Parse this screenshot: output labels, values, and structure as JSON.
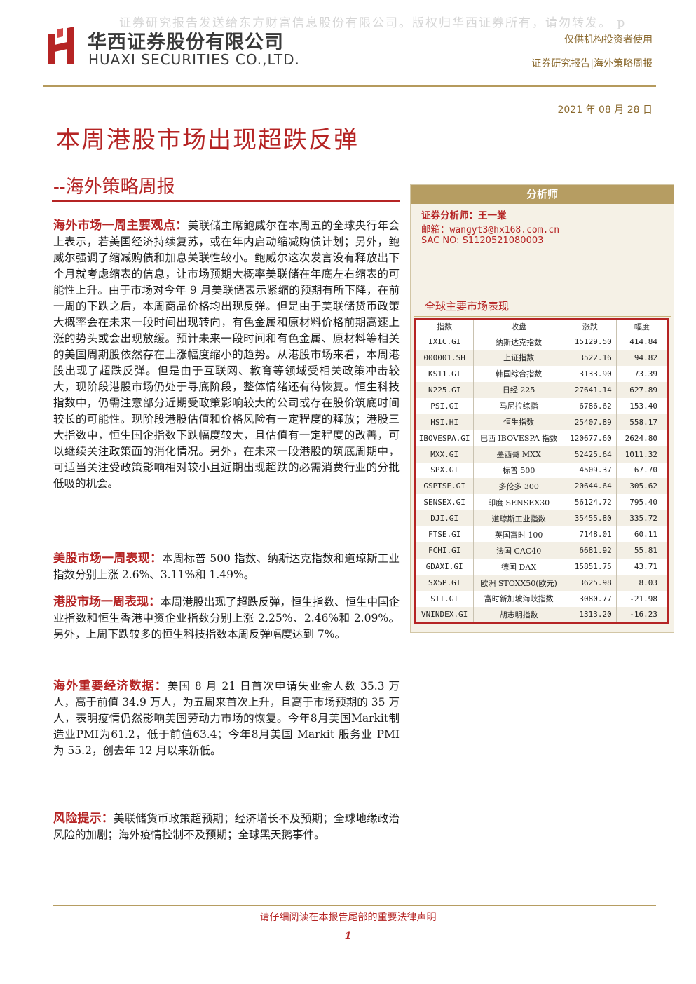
{
  "watermark": "证券研究报告发送给东方财富信息股份有限公司。版权归华西证券所有，请勿转发。 p",
  "header": {
    "company_cn": "华西证券股份有限公司",
    "company_en": "HUAXI SECURITIES CO.,LTD.",
    "tag1": "仅供机构投资者使用",
    "tag2": "证券研究报告|海外策略周报",
    "date": "2021 年 08 月 28 日",
    "logo_color": "#b52424"
  },
  "title": "本周港股市场出现超跌反弹",
  "subtitle": "--海外策略周报",
  "sections": [
    {
      "heading": "海外市场一周主要观点：",
      "text": "美联储主席鲍威尔在本周五的全球央行年会上表示，若美国经济持续复苏，或在年内启动缩减购债计划；另外，鲍威尔强调了缩减购债和加息关联性较小。鲍威尔这次发言没有释放出下个月就考虑缩表的信息，让市场预期大概率美联储在年底左右缩表的可能性上升。由于市场对今年 9 月美联储表示紧缩的预期有所下降，在前一周的下跌之后，本周商品价格均出现反弹。但是由于美联储货币政策大概率会在未来一段时间出现转向，有色金属和原材料价格前期高速上涨的势头或会出现放缓。预计未来一段时间和有色金属、原材料等相关的美国周期股依然存在上涨幅度缩小的趋势。从港股市场来看，本周港股出现了超跌反弹。但是由于互联网、教育等领域受相关政策冲击较大，现阶段港股市场仍处于寻底阶段，整体情绪还有待恢复。恒生科技指数中，仍需注意部分近期受政策影响较大的公司或存在股价筑底时间较长的可能性。现阶段港股估值和价格风险有一定程度的释放；港股三大指数中，恒生国企指数下跌幅度较大，且估值有一定程度的改善，可以继续关注政策面的消化情况。另外，在未来一段港股的筑底周期中，可适当关注受政策影响相对较小且近期出现超跌的必需消费行业的分批低吸的机会。"
    },
    {
      "heading": "美股市场一周表现：",
      "text": "本周标普 500 指数、纳斯达克指数和道琼斯工业指数分别上涨 2.6%、3.11%和 1.49%。"
    },
    {
      "heading": "港股市场一周表现：",
      "text": "本周港股出现了超跌反弹，恒生指数、恒生中国企业指数和恒生香港中资企业指数分别上涨 2.25%、2.46%和 2.09%。另外，上周下跌较多的恒生科技指数本周反弹幅度达到 7%。"
    },
    {
      "heading": "海外重要经济数据：",
      "text": "美国 8 月 21 日首次申请失业金人数 35.3 万人，高于前值 34.9 万人，为五周来首次上升，且高于市场预期的 35 万人，表明疫情仍然影响美国劳动力市场的恢复。今年8月美国Markit制造业PMI为61.2，低于前值63.4；今年8月美国 Markit 服务业 PMI 为 55.2，创去年 12 月以来新低。"
    },
    {
      "heading": "风险提示：",
      "text": "美联储货币政策超预期；经济增长不及预期；全球地缘政治风险的加剧；海外疫情控制不及预期；全球黑天鹅事件。"
    }
  ],
  "analyst": {
    "panel_title": "分析师",
    "name_line": "证券分析师：王一棠",
    "email_label": "邮箱：",
    "email": "wangyt3@hx168.com.cn",
    "sac": "SAC NO: S1120521080003"
  },
  "market_table": {
    "title": "全球主要市场表现",
    "headers": [
      "指数",
      "收盘",
      "涨跌",
      "幅度"
    ],
    "rows": [
      [
        "IXIC.GI",
        "纳斯达克指数",
        "15129.50",
        "414.84"
      ],
      [
        "000001.SH",
        "上证指数",
        "3522.16",
        "94.82"
      ],
      [
        "KS11.GI",
        "韩国综合指数",
        "3133.90",
        "73.39"
      ],
      [
        "N225.GI",
        "日经 225",
        "27641.14",
        "627.89"
      ],
      [
        "PSI.GI",
        "马尼拉综指",
        "6786.62",
        "153.40"
      ],
      [
        "HSI.HI",
        "恒生指数",
        "25407.89",
        "558.17"
      ],
      [
        "IBOVESPA.GI",
        "巴西 IBOVESPA 指数",
        "120677.60",
        "2624.80"
      ],
      [
        "MXX.GI",
        "墨西哥 MXX",
        "52425.64",
        "1011.32"
      ],
      [
        "SPX.GI",
        "标普 500",
        "4509.37",
        "67.70"
      ],
      [
        "GSPTSE.GI",
        "多伦多 300",
        "20644.64",
        "305.62"
      ],
      [
        "SENSEX.GI",
        "印度 SENSEX30",
        "56124.72",
        "795.40"
      ],
      [
        "DJI.GI",
        "道琼斯工业指数",
        "35455.80",
        "335.72"
      ],
      [
        "FTSE.GI",
        "英国富时 100",
        "7148.01",
        "60.11"
      ],
      [
        "FCHI.GI",
        "法国 CAC40",
        "6681.92",
        "55.81"
      ],
      [
        "GDAXI.GI",
        "德国 DAX",
        "15851.75",
        "43.71"
      ],
      [
        "SX5P.GI",
        "欧洲 STOXX50(欧元)",
        "3625.98",
        "8.03"
      ],
      [
        "STI.GI",
        "富时新加坡海峡指数",
        "3080.77",
        "-21.98"
      ],
      [
        "VNINDEX.GI",
        "胡志明指数",
        "1313.20",
        "-16.23"
      ]
    ]
  },
  "footer": {
    "disclaimer": "请仔细阅读在本报告尾部的重要法律声明",
    "page": "1"
  }
}
